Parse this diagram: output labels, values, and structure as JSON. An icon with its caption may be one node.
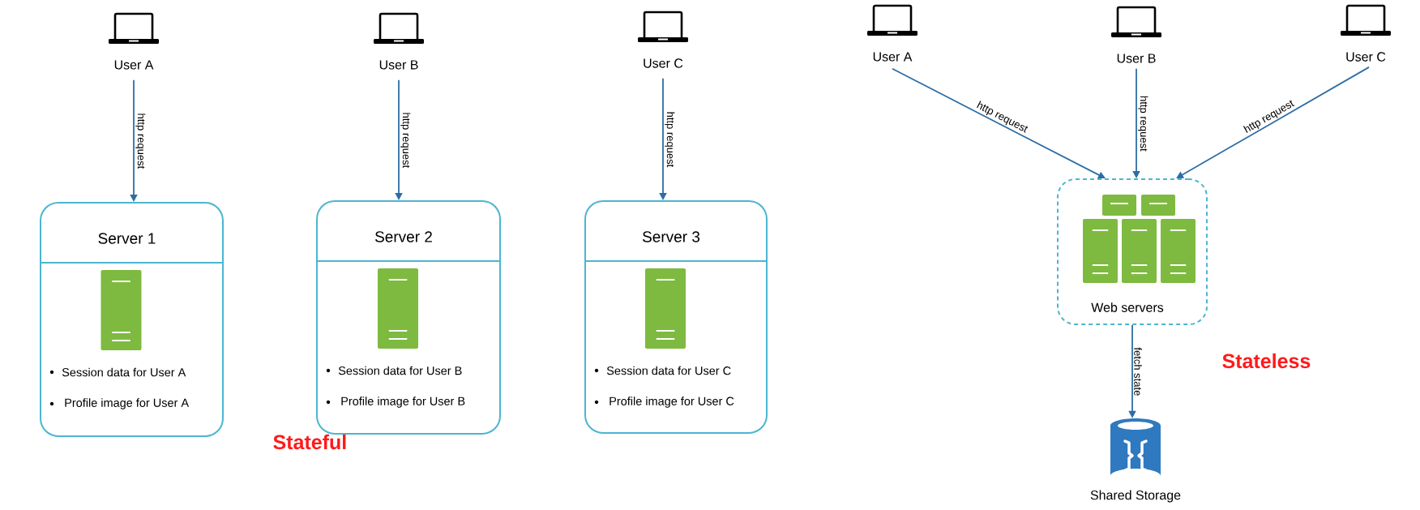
{
  "diagram": {
    "nodes": [
      {
        "text": [
          "User A"
        ]
      },
      {
        "text": [
          "Server 1",
          "Session data for User A",
          "Profile image for User A"
        ]
      },
      {
        "text": [
          "User B"
        ]
      },
      {
        "text": [
          "Server 2",
          "Session data for User B",
          "Profile image for User B"
        ]
      },
      {
        "text": [
          "User C"
        ]
      },
      {
        "text": [
          "Server 3",
          "Session data for User C",
          "Profile image for User C"
        ]
      },
      {
        "text": [
          "User A"
        ]
      },
      {
        "text": [
          "User B"
        ]
      },
      {
        "text": [
          "User C"
        ]
      },
      {
        "text": [
          "Web servers"
        ]
      },
      {
        "text": [
          "Shared Storage"
        ]
      }
    ],
    "edges": [
      {
        "from": 0,
        "to": 1,
        "arrow": "to",
        "label": "http request"
      },
      {
        "from": 2,
        "to": 3,
        "arrow": "to",
        "label": "http request"
      },
      {
        "from": 4,
        "to": 5,
        "arrow": "to",
        "label": "http request"
      },
      {
        "from": 6,
        "to": 9,
        "arrow": "to",
        "label": "http request"
      },
      {
        "from": 7,
        "to": 9,
        "arrow": "to",
        "label": "http request"
      },
      {
        "from": 8,
        "to": 9,
        "arrow": "to",
        "label": "http request"
      },
      {
        "from": 9,
        "to": 10,
        "arrow": "to",
        "label": "fetch state"
      }
    ],
    "labels": [
      "Stateful",
      "Stateless"
    ]
  }
}
